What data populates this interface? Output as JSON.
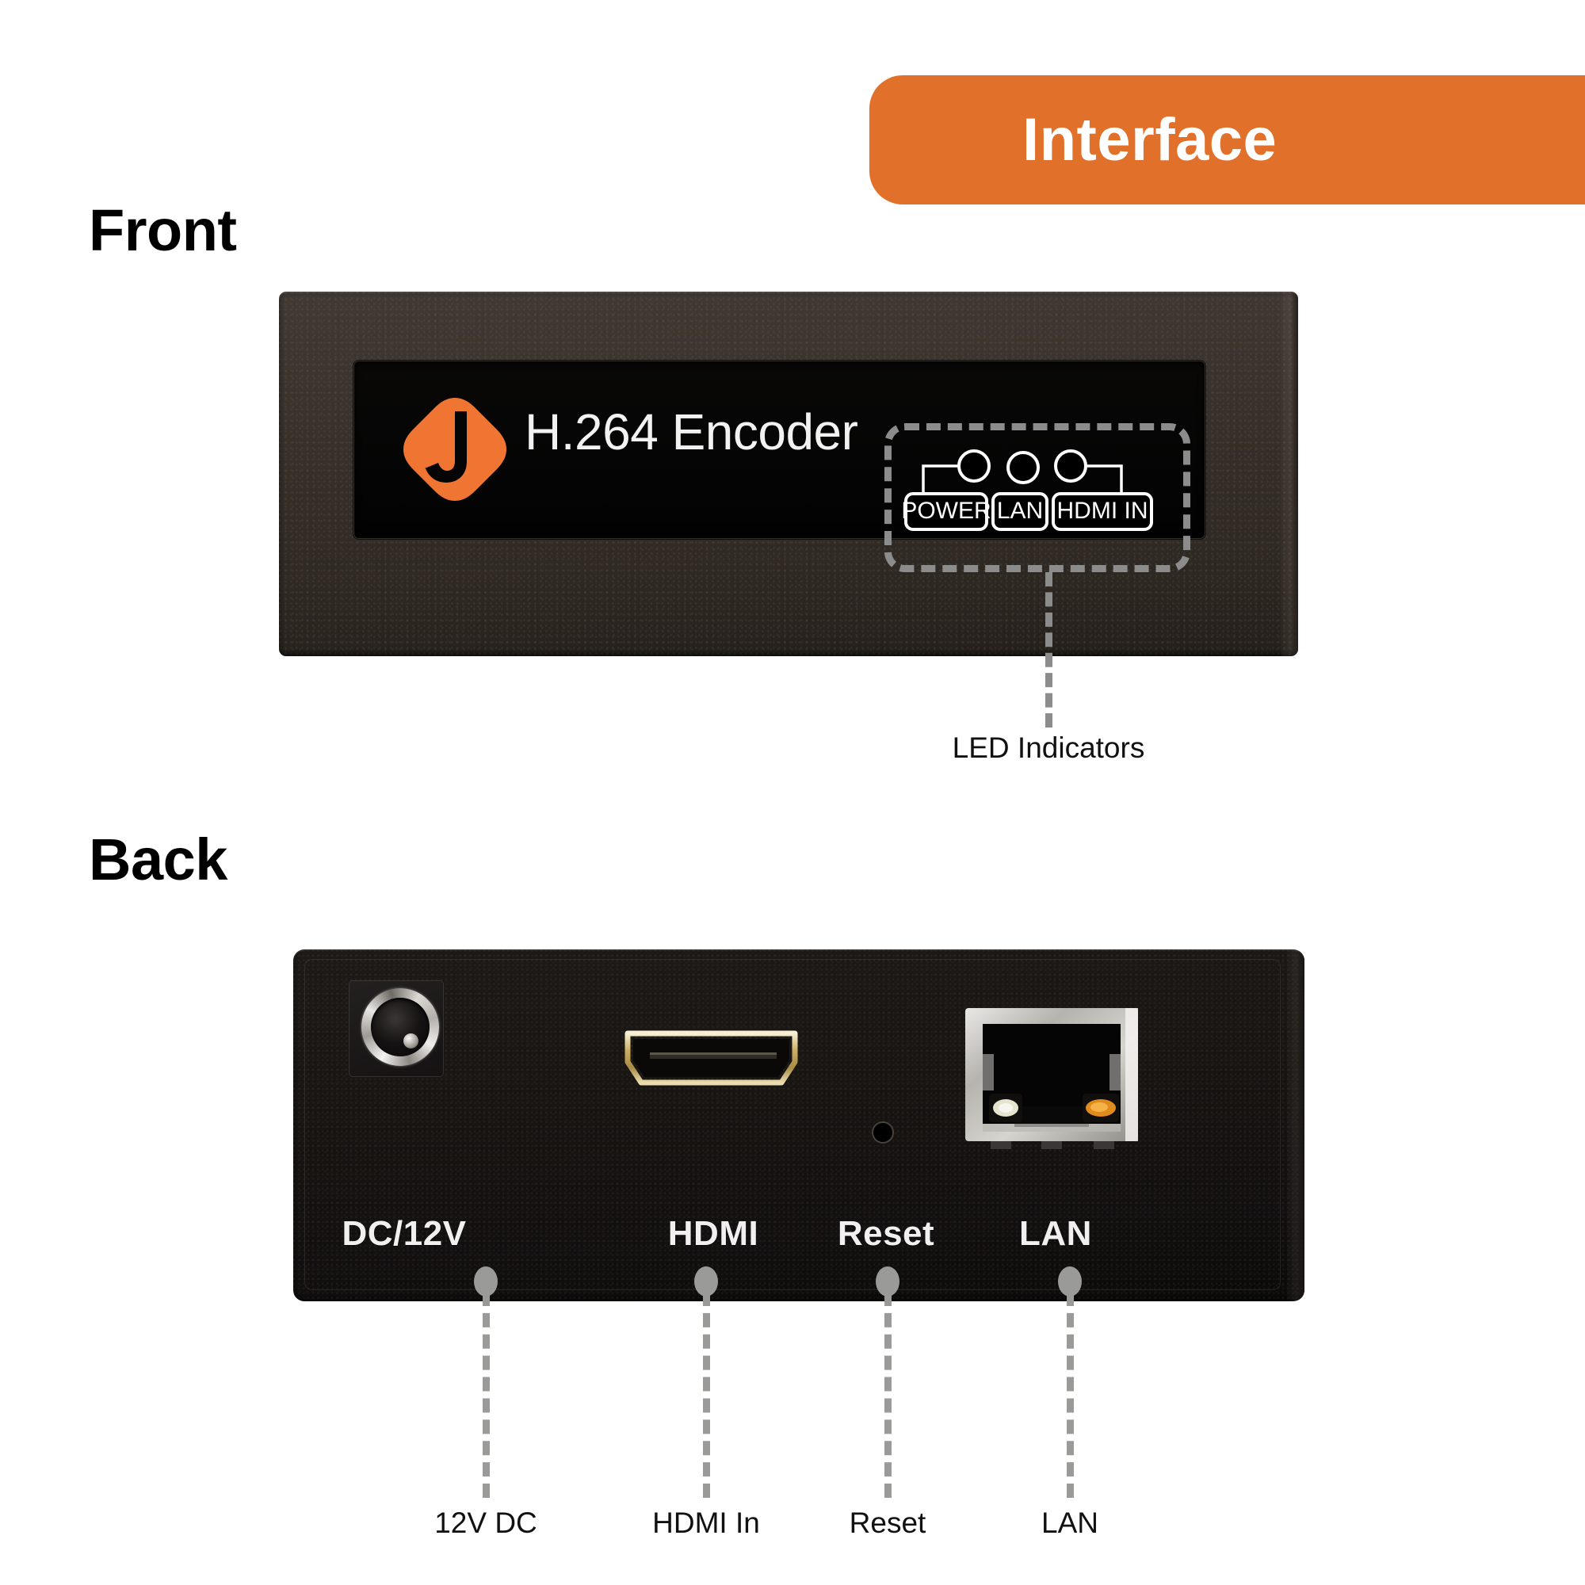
{
  "banner": {
    "title": "Interface",
    "accent_color": "#e0702a",
    "text_color": "#ffffff"
  },
  "sections": {
    "front": {
      "title": "Front"
    },
    "back": {
      "title": "Back"
    }
  },
  "front_panel": {
    "brand_logo": "j-swoosh-logo",
    "logo_color": "#f07533",
    "product_name": "H.264 Encoder",
    "leds": [
      {
        "name": "POWER",
        "tag_label": "POWER",
        "connector": "left-elbow"
      },
      {
        "name": "LAN",
        "tag_label": "LAN",
        "connector": "none"
      },
      {
        "name": "HDMI IN",
        "tag_label": "HDMI IN",
        "connector": "right-elbow"
      }
    ],
    "callout": {
      "label": "LED Indicators",
      "line_color": "#8c8c8c",
      "box_style": "dashed"
    }
  },
  "back_panel": {
    "ports": [
      {
        "id": "dc",
        "silkscreen": "DC/12V",
        "icon": "dc-power-jack-icon",
        "callout": "12V DC"
      },
      {
        "id": "hdmi",
        "silkscreen": "HDMI",
        "icon": "hdmi-port-icon",
        "callout": "HDMI In"
      },
      {
        "id": "reset",
        "silkscreen": "Reset",
        "icon": "reset-pinhole-icon",
        "callout": "Reset"
      },
      {
        "id": "lan",
        "silkscreen": "LAN",
        "icon": "rj45-lan-port-icon",
        "callout": "LAN"
      }
    ],
    "callout_color": "#9a9a98"
  },
  "colors": {
    "chassis_front": "#373029",
    "chassis_back": "#181512",
    "panel_black": "#050505",
    "silkscreen": "#f0f0f0",
    "text": "#111111"
  }
}
